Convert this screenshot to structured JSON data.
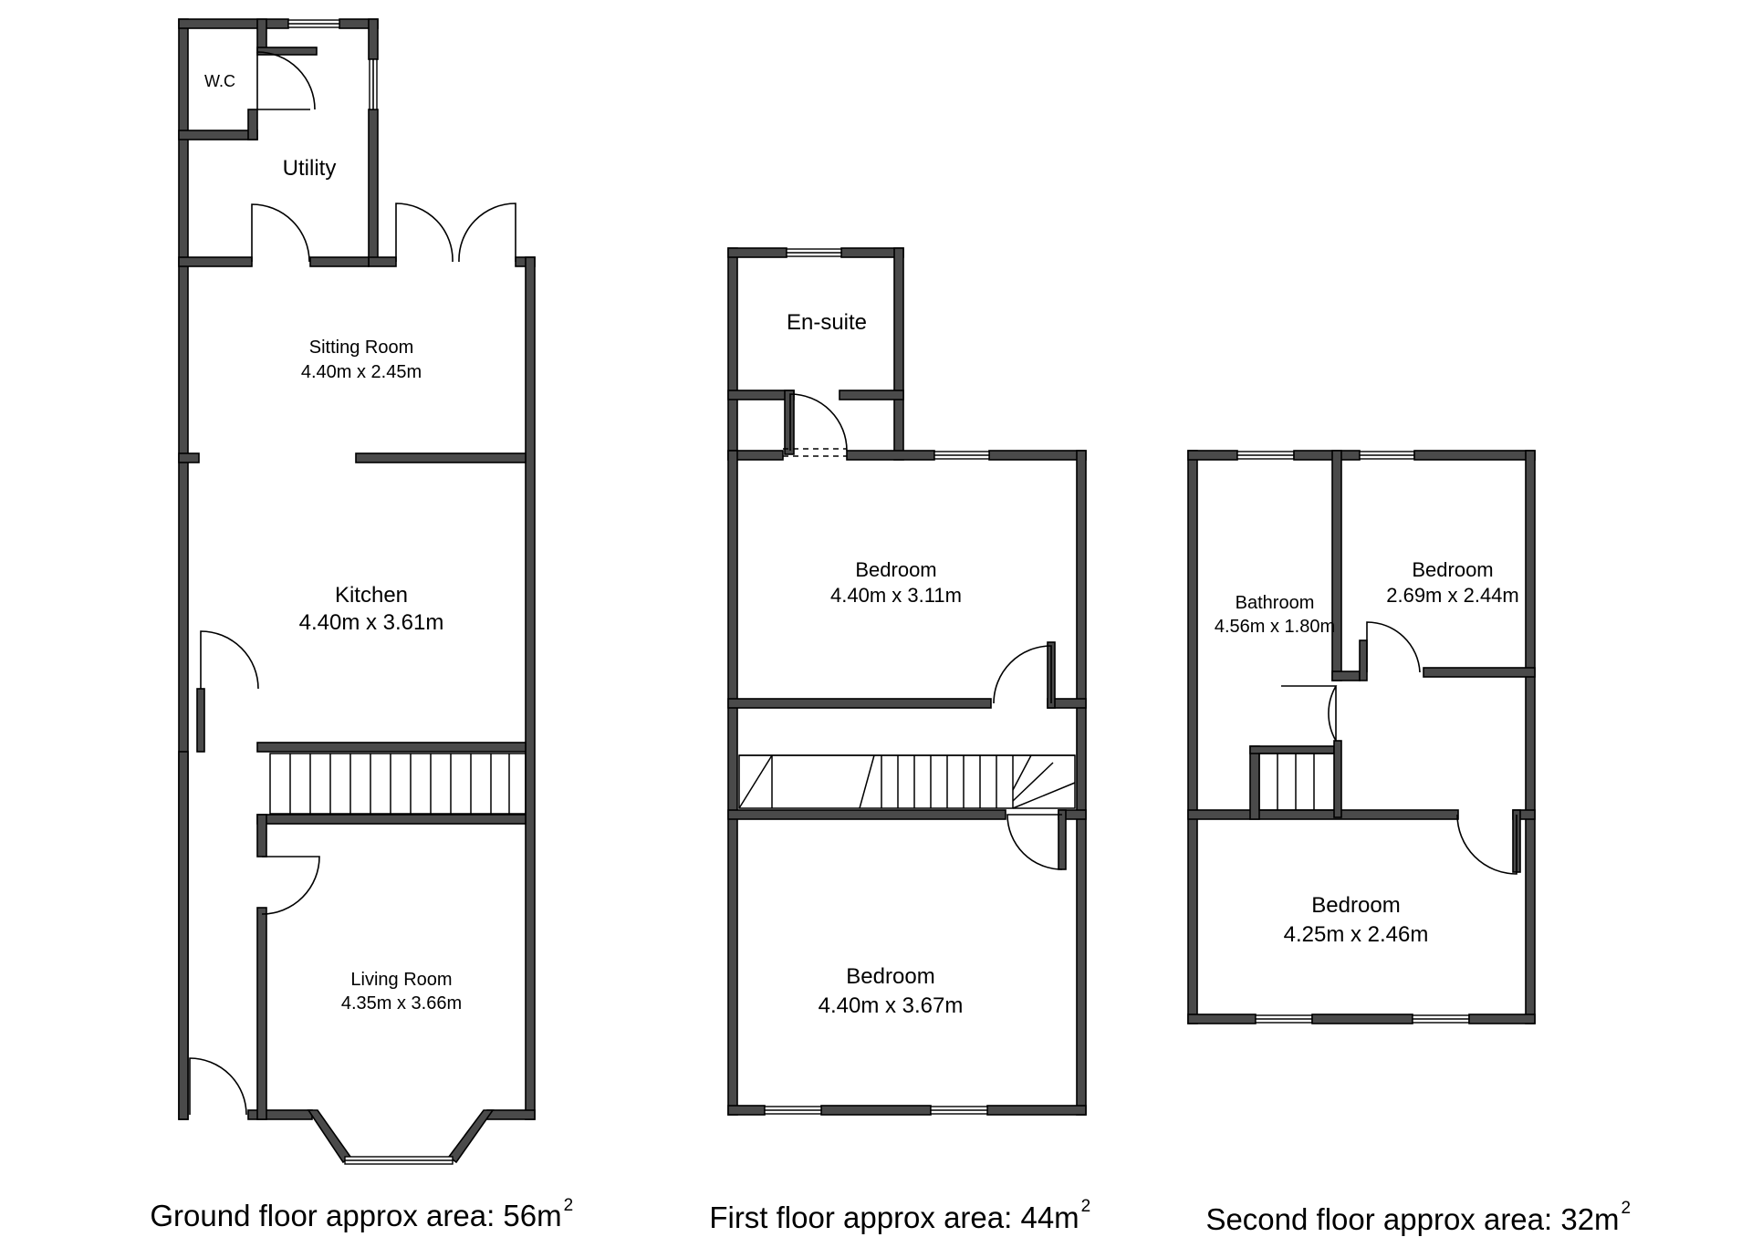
{
  "floors": [
    {
      "caption": "Ground floor approx area: 56m",
      "caption_sup": "2",
      "rooms": [
        {
          "name": "W.C",
          "size": ""
        },
        {
          "name": "Utility",
          "size": ""
        },
        {
          "name": "Sitting Room",
          "size": "4.40m x 2.45m"
        },
        {
          "name": "Kitchen",
          "size": "4.40m x 3.61m"
        },
        {
          "name": "Living Room",
          "size": "4.35m x 3.66m"
        }
      ]
    },
    {
      "caption": "First floor approx area: 44m",
      "caption_sup": "2",
      "rooms": [
        {
          "name": "En-suite",
          "size": ""
        },
        {
          "name": "Bedroom",
          "size": "4.40m x 3.11m"
        },
        {
          "name": "Bedroom",
          "size": "4.40m x 3.67m"
        }
      ]
    },
    {
      "caption": "Second floor approx area: 32m",
      "caption_sup": "2",
      "rooms": [
        {
          "name": "Bathroom",
          "size": "4.56m x 1.80m"
        },
        {
          "name": "Bedroom",
          "size": "2.69m x 2.44m"
        },
        {
          "name": "Bedroom",
          "size": "4.25m x 2.46m"
        }
      ]
    }
  ],
  "colors": {
    "wall_fill": "#4a4a4a",
    "line": "#000000",
    "background": "#ffffff"
  }
}
